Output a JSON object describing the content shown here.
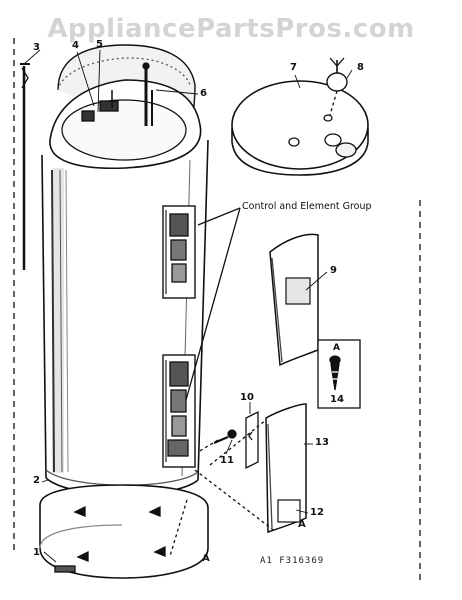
{
  "watermark": "AppliancePartsPros.com",
  "diagram": {
    "group_label": "Control and Element Group",
    "callouts": {
      "c1": "1",
      "c2": "2",
      "c3": "3",
      "c4": "4",
      "c5": "5",
      "c6": "6",
      "c7": "7",
      "c8": "8",
      "c9": "9",
      "c10": "10",
      "c11": "11",
      "c12": "12",
      "c13": "13",
      "c14": "14",
      "a_base": "A",
      "a_cover": "A",
      "a_screw": "A"
    },
    "figure_code": "A1  F316369"
  }
}
